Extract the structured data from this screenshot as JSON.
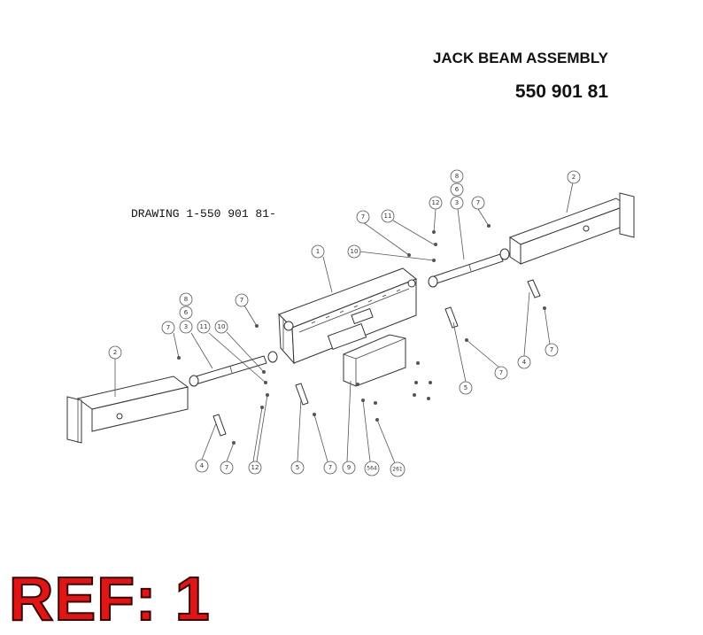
{
  "header": {
    "title": "JACK BEAM ASSEMBLY",
    "part_number": "550 901 81"
  },
  "drawing_label": "DRAWING 1-550 901 81-",
  "ref_label": "REF: 1",
  "ref_color": "#e01515",
  "balloons": [
    "1",
    "2",
    "2",
    "3",
    "3",
    "4",
    "4",
    "5",
    "5",
    "6",
    "6",
    "7",
    "7",
    "7",
    "7",
    "7",
    "7",
    "7",
    "7",
    "8",
    "8",
    "9",
    "10",
    "10",
    "11",
    "11",
    "12",
    "12",
    "564",
    "261"
  ]
}
